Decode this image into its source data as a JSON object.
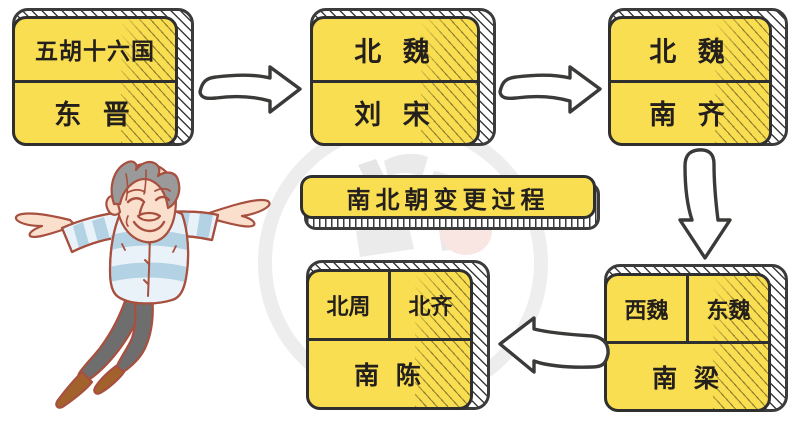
{
  "title": "南北朝变更过程",
  "theme": {
    "box_fill": "#fade52",
    "outline": "#2f2f2f",
    "slab_outline": "#3b3b3b",
    "background": "#ffffff",
    "text": "#231f1c",
    "watermark_gray": "#dcdcdc",
    "watermark_pink": "#f3c9c4",
    "man_hair": "#9a9a9a",
    "man_skin": "#fadfcd",
    "man_shirt": "#e8f1f7",
    "man_stripe": "#b3d2e4",
    "man_pants": "#6e6e6e",
    "man_shoe": "#a1622c",
    "man_outline": "#a8503f"
  },
  "nodes": [
    {
      "id": "node-1",
      "name": "wuhu-dongjin",
      "rows": [
        {
          "cells": [
            "五胡十六国"
          ],
          "size": "t-sm"
        },
        {
          "cells": [
            "东 晋"
          ],
          "size": "t-lg"
        }
      ]
    },
    {
      "id": "node-2",
      "name": "beiwei-liusong",
      "rows": [
        {
          "cells": [
            "北 魏"
          ],
          "size": "t-lg"
        },
        {
          "cells": [
            "刘 宋"
          ],
          "size": "t-lg"
        }
      ]
    },
    {
      "id": "node-3",
      "name": "beiwei-nanqi",
      "rows": [
        {
          "cells": [
            "北 魏"
          ],
          "size": "t-lg"
        },
        {
          "cells": [
            "南 齐"
          ],
          "size": "t-lg"
        }
      ]
    },
    {
      "id": "node-4",
      "name": "xiwei-dongwei-nanliang",
      "rows": [
        {
          "cells": [
            "西魏",
            "东魏"
          ],
          "size": "t-xs"
        },
        {
          "cells": [
            "南 梁"
          ],
          "size": "t-md"
        }
      ]
    },
    {
      "id": "node-5",
      "name": "beizhou-beiqi-nanchen",
      "rows": [
        {
          "cells": [
            "北周",
            "北齐"
          ],
          "size": "t-xs"
        },
        {
          "cells": [
            "南 陈"
          ],
          "size": "t-md"
        }
      ]
    }
  ],
  "arrows": [
    {
      "id": "arrow-1",
      "name": "arrow-node1-to-node2",
      "direction": "right"
    },
    {
      "id": "arrow-2",
      "name": "arrow-node2-to-node3",
      "direction": "right"
    },
    {
      "id": "arrow-3",
      "name": "arrow-node3-to-node4",
      "direction": "down"
    },
    {
      "id": "arrow-4",
      "name": "arrow-node4-to-node5",
      "direction": "left"
    }
  ],
  "illustration": {
    "name": "jumping-man",
    "description": "卡通跳跃人物"
  }
}
